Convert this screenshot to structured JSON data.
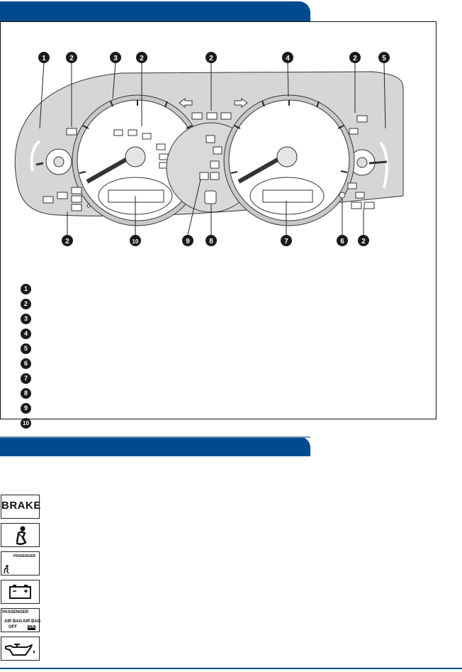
{
  "cluster_diagram": {
    "callouts_top": [
      "1",
      "2",
      "3",
      "2",
      "2",
      "4",
      "2",
      "5"
    ],
    "callouts_bottom": [
      "2",
      "10",
      "9",
      "8",
      "7",
      "6",
      "2"
    ]
  },
  "legend": {
    "numbers": [
      "1",
      "2",
      "3",
      "4",
      "5",
      "6",
      "7",
      "8",
      "9",
      "10"
    ]
  },
  "warning_icons": {
    "brake": "BRAKE",
    "passenger_seatbelt_label": "PASSENGER",
    "airbag_passenger_label": "PASSENGER",
    "airbag_off_label_1": "AIR BAG",
    "airbag_off_label_2": "OFF",
    "airbag_on_label_1": "AIR BAG",
    "airbag_on_label_2": "ON",
    "names": [
      "brake-warning-icon",
      "seatbelt-warning-icon",
      "passenger-seatbelt-icon",
      "battery-warning-icon",
      "passenger-airbag-icon",
      "oil-pressure-icon"
    ]
  }
}
